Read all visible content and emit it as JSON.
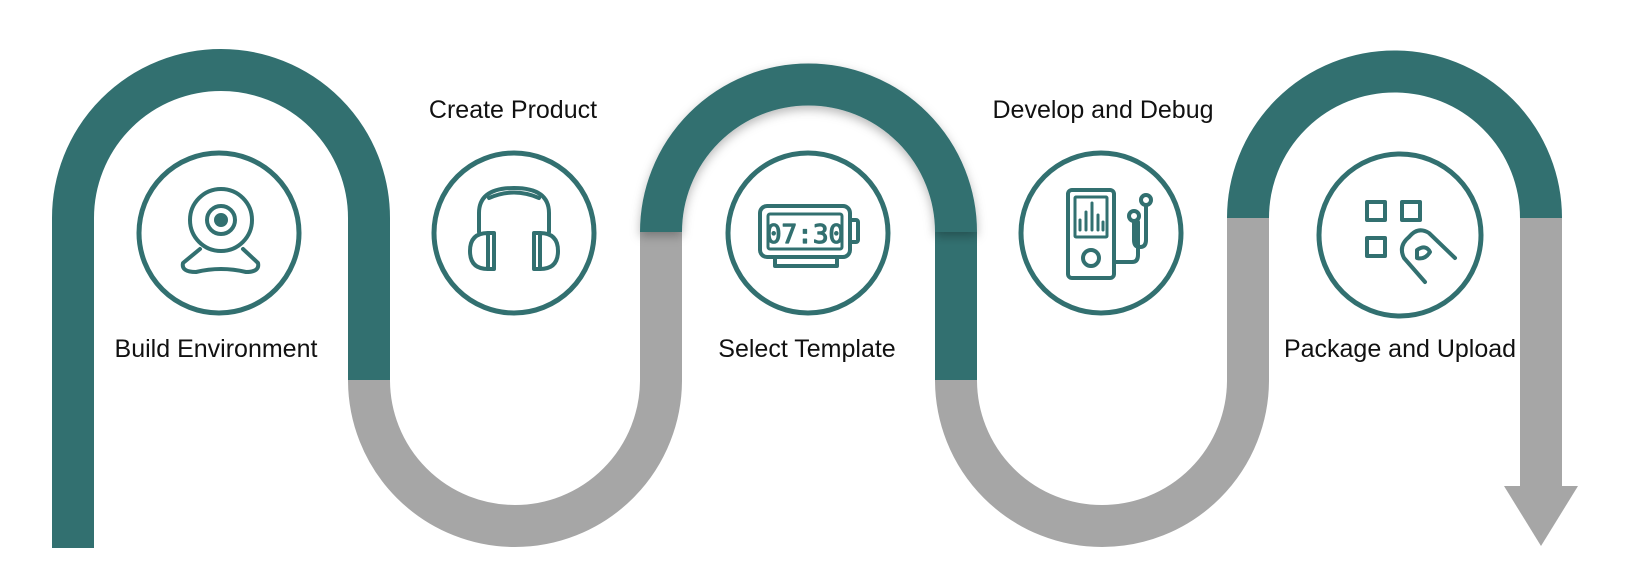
{
  "colors": {
    "accent": "#327070",
    "path_gray": "#a6a6a6",
    "background": "#ffffff",
    "text": "#111111"
  },
  "steps": [
    {
      "label": "Build Environment",
      "icon": "webcam-icon"
    },
    {
      "label": "Create Product",
      "icon": "headphones-icon"
    },
    {
      "label": "Select Template",
      "icon": "digital-clock-icon"
    },
    {
      "label": "Develop and Debug",
      "icon": "music-player-icon"
    },
    {
      "label": "Package and Upload",
      "icon": "apps-icon"
    }
  ]
}
